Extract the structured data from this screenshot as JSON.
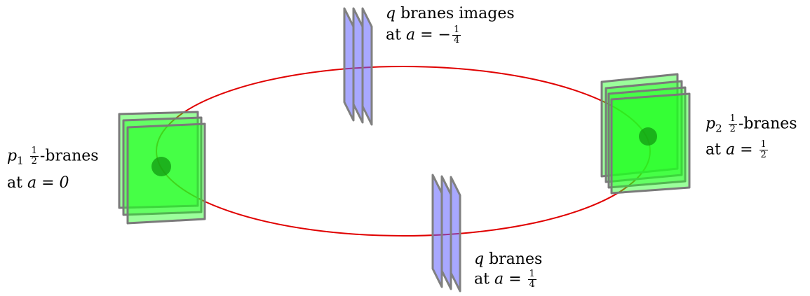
{
  "colors": {
    "ring": "#e00000",
    "half_brane_fill": "#22ff22",
    "half_brane_edge": "#7a7a7a",
    "q_brane_fill": "#6060ff",
    "q_brane_edge": "#808080",
    "point": "#119911"
  },
  "labels": {
    "p1": {
      "symbol": "p",
      "sub": "1",
      "frac_num": "1",
      "frac_den": "2",
      "text": "-branes",
      "line2": "at ",
      "line2_math": "a = 0"
    },
    "p2": {
      "symbol": "p",
      "sub": "2",
      "frac_num": "1",
      "frac_den": "2",
      "text": "-branes",
      "line2": "at ",
      "line2_math": "a = ",
      "line2_frac_num": "1",
      "line2_frac_den": "2"
    },
    "q_images": {
      "symbol": "q",
      "text": " branes images",
      "line2": "at ",
      "line2_math": "a = −",
      "line2_frac_num": "1",
      "line2_frac_den": "4"
    },
    "q": {
      "symbol": "q",
      "text": " branes",
      "line2": "at ",
      "line2_math": "a = ",
      "line2_frac_num": "1",
      "line2_frac_den": "4"
    }
  }
}
